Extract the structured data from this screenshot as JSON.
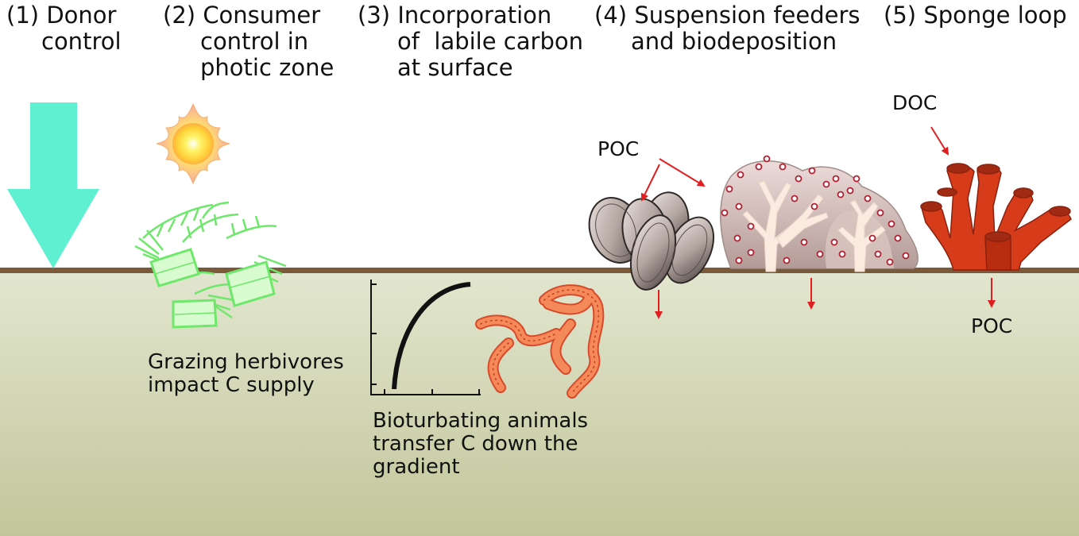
{
  "headers": [
    {
      "num": "(1)",
      "lines": [
        "Donor",
        "control"
      ]
    },
    {
      "num": "(2)",
      "lines": [
        "Consumer",
        "control in",
        "photic zone"
      ]
    },
    {
      "num": "(3)",
      "lines": [
        "Incorporation",
        "of  labile carbon",
        "at surface"
      ]
    },
    {
      "num": "(4)",
      "lines": [
        "Suspension feeders",
        "and biodeposition"
      ]
    },
    {
      "num": "(5)",
      "lines": [
        "Sponge loop"
      ]
    }
  ],
  "captions": {
    "grazing": [
      "Grazing herbivores",
      "impact C supply"
    ],
    "bioturbation": [
      "Bioturbating animals",
      "transfer C down the",
      "gradient"
    ]
  },
  "labels": {
    "poc_top": "POC",
    "doc": "DOC",
    "poc_bottom": "POC"
  },
  "colors": {
    "sediment_top": "#e0e4cc",
    "sediment_bottom": "#c4c89c",
    "seafloor_line": "#7a5a3a",
    "arrow": "#5ff0d2",
    "grazer": "#7cf07a",
    "worm": "#f4895a",
    "sponge": "#d63b1a",
    "red_arrow": "#e02020"
  }
}
